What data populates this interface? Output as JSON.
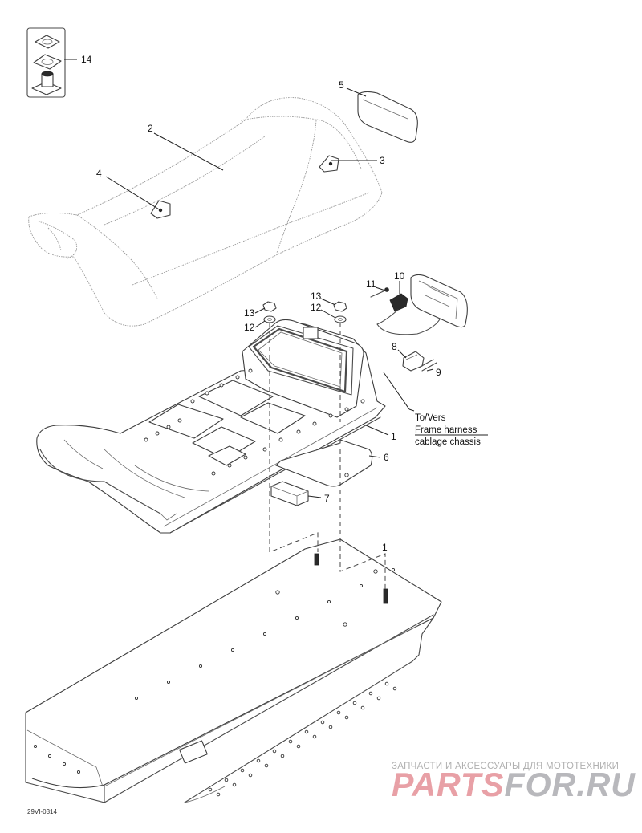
{
  "callouts": [
    {
      "id": "c14",
      "text": "14"
    },
    {
      "id": "c5",
      "text": "5"
    },
    {
      "id": "c2",
      "text": "2"
    },
    {
      "id": "c3",
      "text": "3"
    },
    {
      "id": "c4",
      "text": "4"
    },
    {
      "id": "c11",
      "text": "11"
    },
    {
      "id": "c10",
      "text": "10"
    },
    {
      "id": "c13a",
      "text": "13"
    },
    {
      "id": "c12a",
      "text": "12"
    },
    {
      "id": "c13b",
      "text": "13"
    },
    {
      "id": "c12b",
      "text": "12"
    },
    {
      "id": "c8",
      "text": "8"
    },
    {
      "id": "c9",
      "text": "9"
    },
    {
      "id": "c1a",
      "text": "1"
    },
    {
      "id": "c6",
      "text": "6"
    },
    {
      "id": "c7",
      "text": "7"
    },
    {
      "id": "c1b",
      "text": "1"
    }
  ],
  "harness_note": {
    "line1": "To/Vers",
    "line2": "Frame harness",
    "line3": "cablage chassis"
  },
  "drawing_ref": "29VI-0314",
  "watermark": {
    "tagline": "ЗАПЧАСТИ И АКСЕССУАРЫ ДЛЯ МОТОТЕХНИКИ",
    "logo_red": "PARTS",
    "logo_dark": "FOR.RU"
  },
  "colors": {
    "line": "#4a4a4a",
    "watermark_red": "#e8a0a6",
    "watermark_dark": "#b8b8bc"
  }
}
